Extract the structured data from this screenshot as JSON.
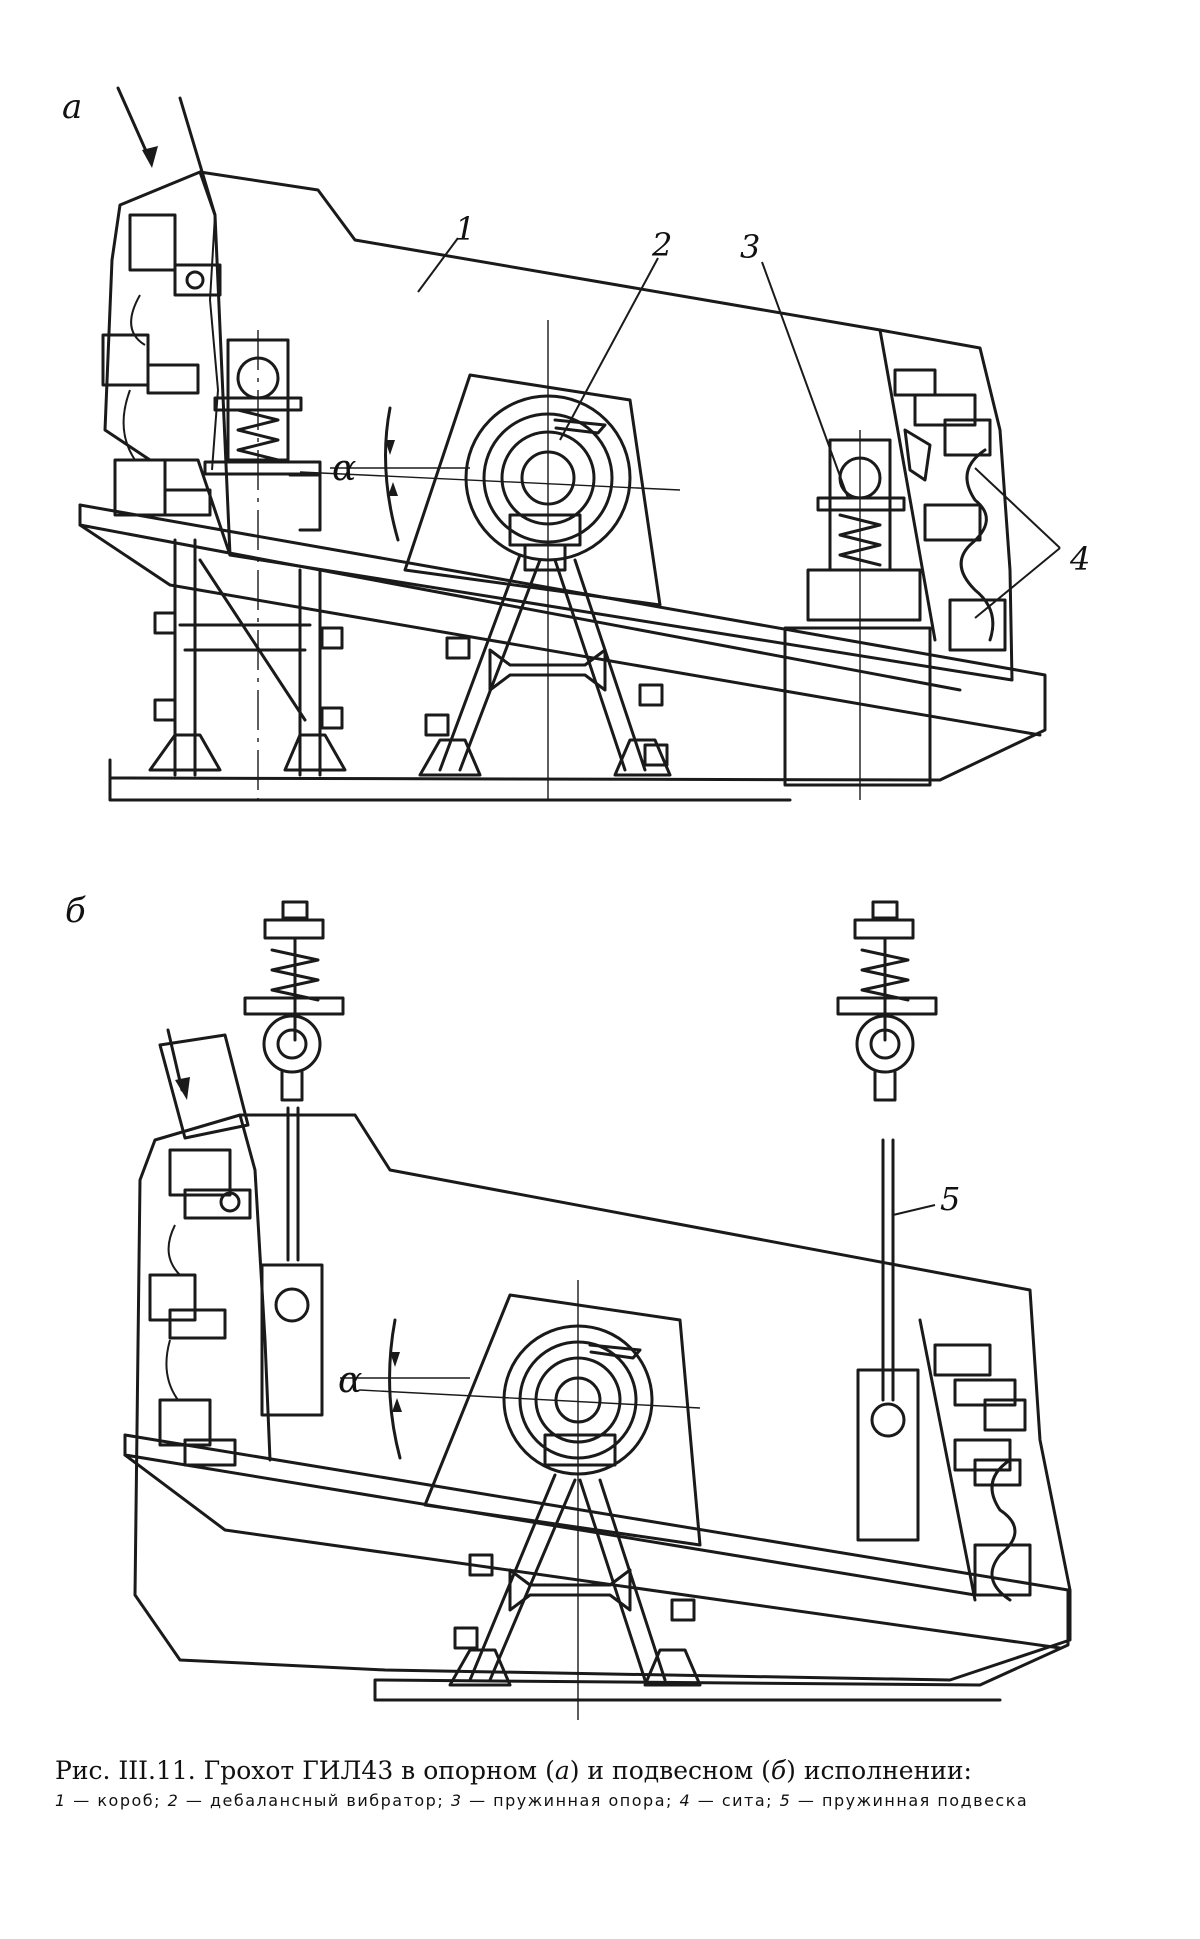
{
  "figure_a": {
    "panel_label": "а",
    "callouts": {
      "c1": "1",
      "c2": "2",
      "c3": "3",
      "c4": "4"
    },
    "angle_label": "α"
  },
  "figure_b": {
    "panel_label": "б",
    "callouts": {
      "c5": "5"
    },
    "angle_label": "α"
  },
  "caption": {
    "prefix": "Рис. III.11. Грохот ГИЛ43 в опорном (",
    "a_letter": "а",
    "middle": ") и подвесном (",
    "b_letter": "б",
    "suffix": ") исполнении:",
    "legend": [
      {
        "num": "1",
        "text": " — короб; "
      },
      {
        "num": "2",
        "text": " — дебалансный вибратор; "
      },
      {
        "num": "3",
        "text": " — пружинная опора; "
      },
      {
        "num": "4",
        "text": " — сита; "
      },
      {
        "num": "5",
        "text": " — пружинная подвеска"
      }
    ]
  }
}
